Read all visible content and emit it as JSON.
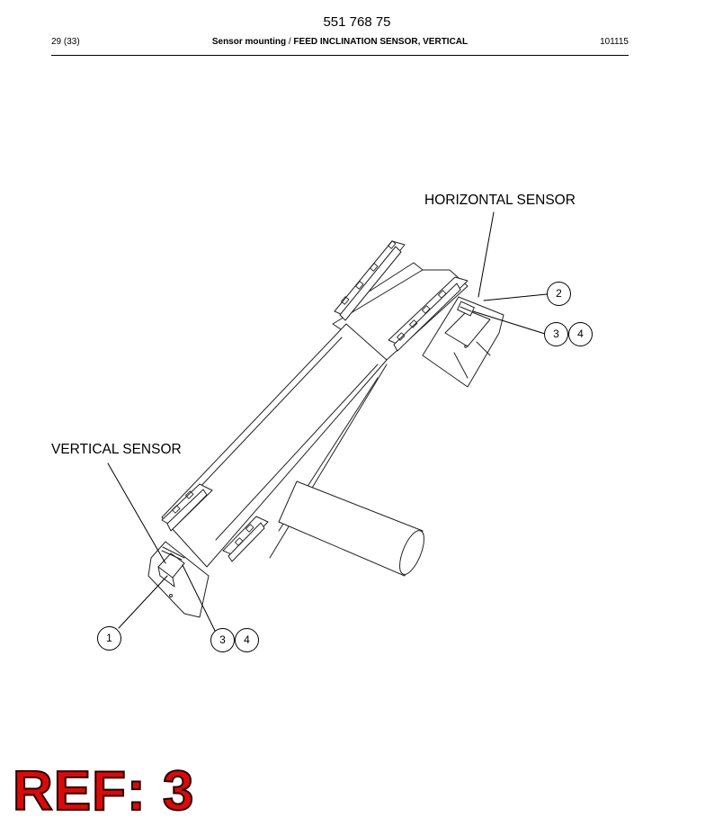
{
  "header": {
    "doc_number": "551 768 75",
    "page_count": "29 (33)",
    "title_bold": "Sensor mounting",
    "title_separator": " / ",
    "title_rest": "FEED INCLINATION SENSOR, VERTICAL",
    "date_code": "101115"
  },
  "callouts": {
    "horizontal_sensor": "HORIZONTAL SENSOR",
    "vertical_sensor": "VERTICAL SENSOR"
  },
  "balloons": {
    "b1": "1",
    "b2": "2",
    "b3_top": "3",
    "b4_top": "4",
    "b3_bottom": "3",
    "b4_bottom": "4"
  },
  "ref_mark": "REF: 3"
}
